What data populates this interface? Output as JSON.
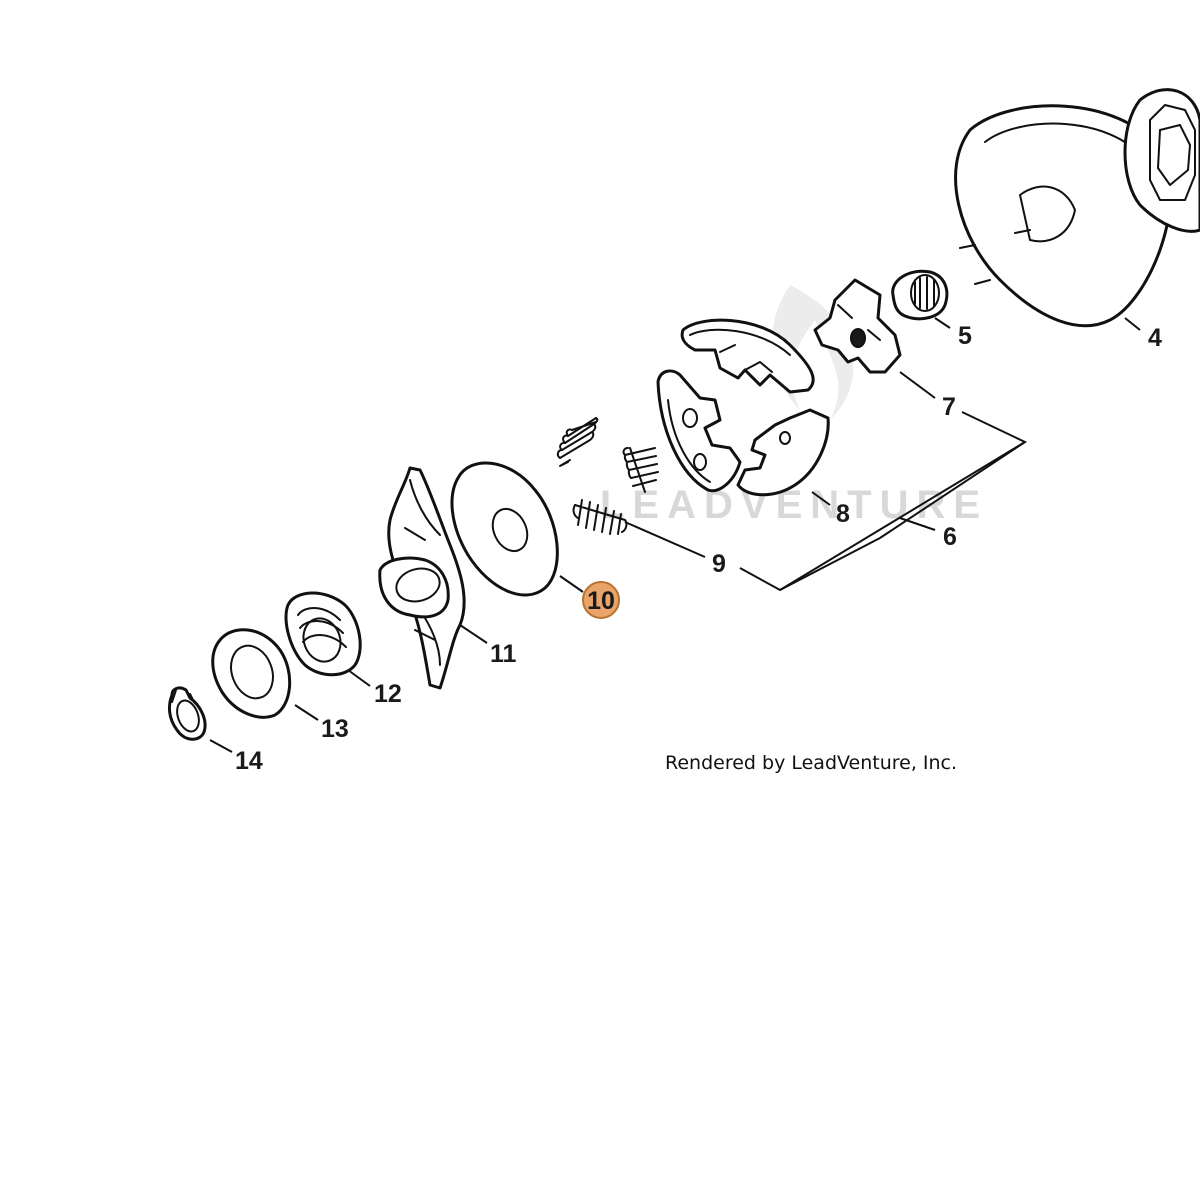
{
  "callouts": {
    "c4": "4",
    "c5": "5",
    "c6": "6",
    "c7": "7",
    "c8": "8",
    "c9": "9",
    "c10": "10",
    "c11": "11",
    "c12": "12",
    "c13": "13",
    "c14": "14"
  },
  "highlighted_callout": "10",
  "credit": "Rendered by LeadVenture, Inc.",
  "watermark": "LEADVENTURE",
  "colors": {
    "highlight_fill": "#e8a46a",
    "highlight_stroke": "#b8732e",
    "line": "#111111",
    "watermark": "#d8d8d8"
  }
}
